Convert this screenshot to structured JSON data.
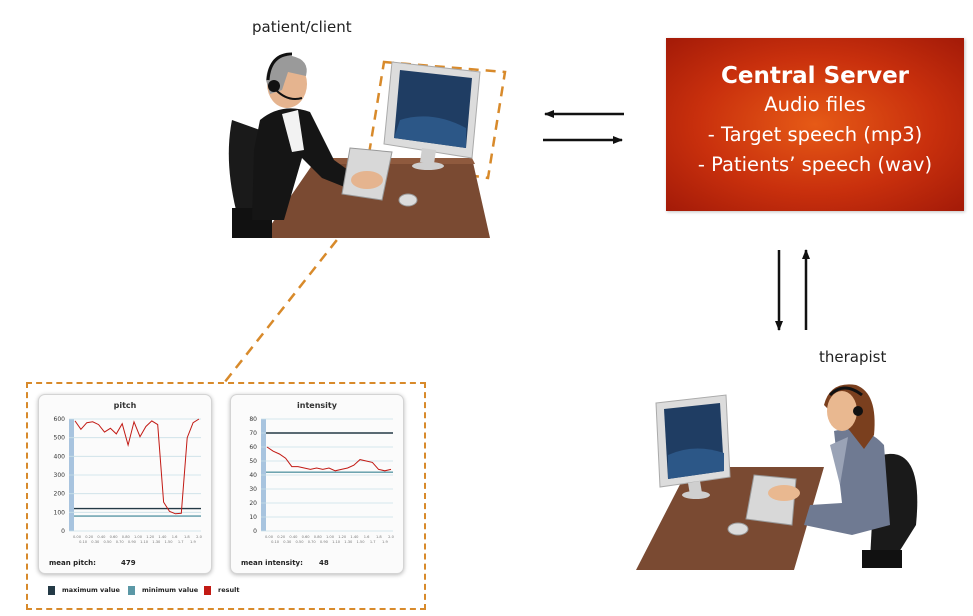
{
  "labels": {
    "patient": "patient/client",
    "therapist": "therapist"
  },
  "server": {
    "title": "Central Server",
    "lines": [
      "Audio files",
      "-   Target speech (mp3)",
      "- Patients’ speech (wav)"
    ]
  },
  "pitch_panel": {
    "title": "pitch",
    "mean_label": "mean pitch:",
    "mean_value": "479"
  },
  "intensity_panel": {
    "title": "intensity",
    "mean_label": "mean intensity:",
    "mean_value": "48"
  },
  "legend": [
    "maximum value",
    "minimum value",
    "result"
  ],
  "colors": {
    "server": "#c9300d",
    "dash": "#d88a2b",
    "max": "#243a46",
    "min": "#5b98a6",
    "result": "#c21a14"
  },
  "chart_data": [
    {
      "type": "line",
      "title": "pitch",
      "ylim": [
        0,
        600
      ],
      "yticks": [
        0,
        100,
        200,
        300,
        400,
        500,
        600
      ],
      "x": [
        "0.00",
        "0.10",
        "0.20",
        "0.30",
        "0.40",
        "0.50",
        "0.60",
        "0.70",
        "0.80",
        "0.90",
        "1.00",
        "1.10",
        "1.20",
        "1.30",
        "1.40",
        "1.50",
        "1.6",
        "1.7",
        "1.8",
        "1.9",
        "2.0"
      ],
      "series": [
        {
          "name": "maximum value",
          "values": [
            120
          ]
        },
        {
          "name": "minimum value",
          "values": [
            80
          ]
        },
        {
          "name": "result",
          "values": [
            590,
            545,
            580,
            585,
            570,
            530,
            550,
            520,
            575,
            460,
            585,
            505,
            560,
            590,
            570,
            155,
            105,
            92,
            95,
            500,
            580,
            600
          ]
        }
      ]
    },
    {
      "type": "line",
      "title": "intensity",
      "ylim": [
        0,
        80
      ],
      "yticks": [
        0,
        10,
        20,
        30,
        40,
        50,
        60,
        70,
        80
      ],
      "x": [
        "0.00",
        "0.10",
        "0.20",
        "0.30",
        "0.40",
        "0.50",
        "0.60",
        "0.70",
        "0.80",
        "0.90",
        "1.00",
        "1.10",
        "1.20",
        "1.30",
        "1.40",
        "1.50",
        "1.6",
        "1.7",
        "1.8",
        "1.9",
        "2.0"
      ],
      "series": [
        {
          "name": "maximum value",
          "values": [
            70
          ]
        },
        {
          "name": "minimum value",
          "values": [
            42
          ]
        },
        {
          "name": "result",
          "values": [
            60,
            57,
            55,
            52,
            46,
            46,
            45,
            44,
            45,
            44,
            45,
            43,
            44,
            45,
            47,
            51,
            50,
            49,
            44,
            43,
            44
          ]
        }
      ]
    }
  ]
}
